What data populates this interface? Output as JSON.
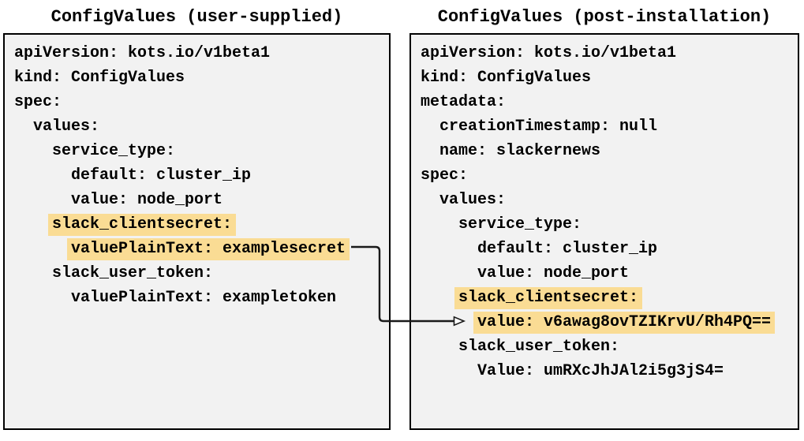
{
  "diagram": {
    "highlight_color": "#FADC94",
    "panel_background": "#F2F2F2",
    "border_color": "#000000",
    "arrow_color": "#1a1a1a"
  },
  "panels": [
    {
      "title": "ConfigValues (user-supplied)",
      "lines": [
        {
          "indent": 0,
          "text": "apiVersion: kots.io/v1beta1",
          "highlight": false
        },
        {
          "indent": 0,
          "text": "kind: ConfigValues",
          "highlight": false
        },
        {
          "indent": 0,
          "text": "spec:",
          "highlight": false
        },
        {
          "indent": 2,
          "text": "values:",
          "highlight": false
        },
        {
          "indent": 4,
          "text": "service_type:",
          "highlight": false
        },
        {
          "indent": 6,
          "text": "default: cluster_ip",
          "highlight": false
        },
        {
          "indent": 6,
          "text": "value: node_port",
          "highlight": false
        },
        {
          "indent": 4,
          "text": "slack_clientsecret:",
          "highlight": true
        },
        {
          "indent": 6,
          "text": "valuePlainText: examplesecret",
          "highlight": true
        },
        {
          "indent": 4,
          "text": "slack_user_token:",
          "highlight": false
        },
        {
          "indent": 6,
          "text": "valuePlainText: exampletoken",
          "highlight": false
        }
      ]
    },
    {
      "title": "ConfigValues (post-installation)",
      "lines": [
        {
          "indent": 0,
          "text": "apiVersion: kots.io/v1beta1",
          "highlight": false
        },
        {
          "indent": 0,
          "text": "kind: ConfigValues",
          "highlight": false
        },
        {
          "indent": 0,
          "text": "metadata:",
          "highlight": false
        },
        {
          "indent": 2,
          "text": "creationTimestamp: null",
          "highlight": false
        },
        {
          "indent": 2,
          "text": "name: slackernews",
          "highlight": false
        },
        {
          "indent": 0,
          "text": "spec:",
          "highlight": false
        },
        {
          "indent": 2,
          "text": "values:",
          "highlight": false
        },
        {
          "indent": 4,
          "text": "service_type:",
          "highlight": false
        },
        {
          "indent": 6,
          "text": "default: cluster_ip",
          "highlight": false
        },
        {
          "indent": 6,
          "text": "value: node_port",
          "highlight": false
        },
        {
          "indent": 4,
          "text": "slack_clientsecret:",
          "highlight": true
        },
        {
          "indent": 6,
          "text": "value: v6awag8ovTZIKrvU/Rh4PQ==",
          "highlight": true
        },
        {
          "indent": 4,
          "text": "slack_user_token:",
          "highlight": false
        },
        {
          "indent": 6,
          "text": "Value: umRXcJhJAl2i5g3jS4=",
          "highlight": false
        }
      ]
    }
  ]
}
